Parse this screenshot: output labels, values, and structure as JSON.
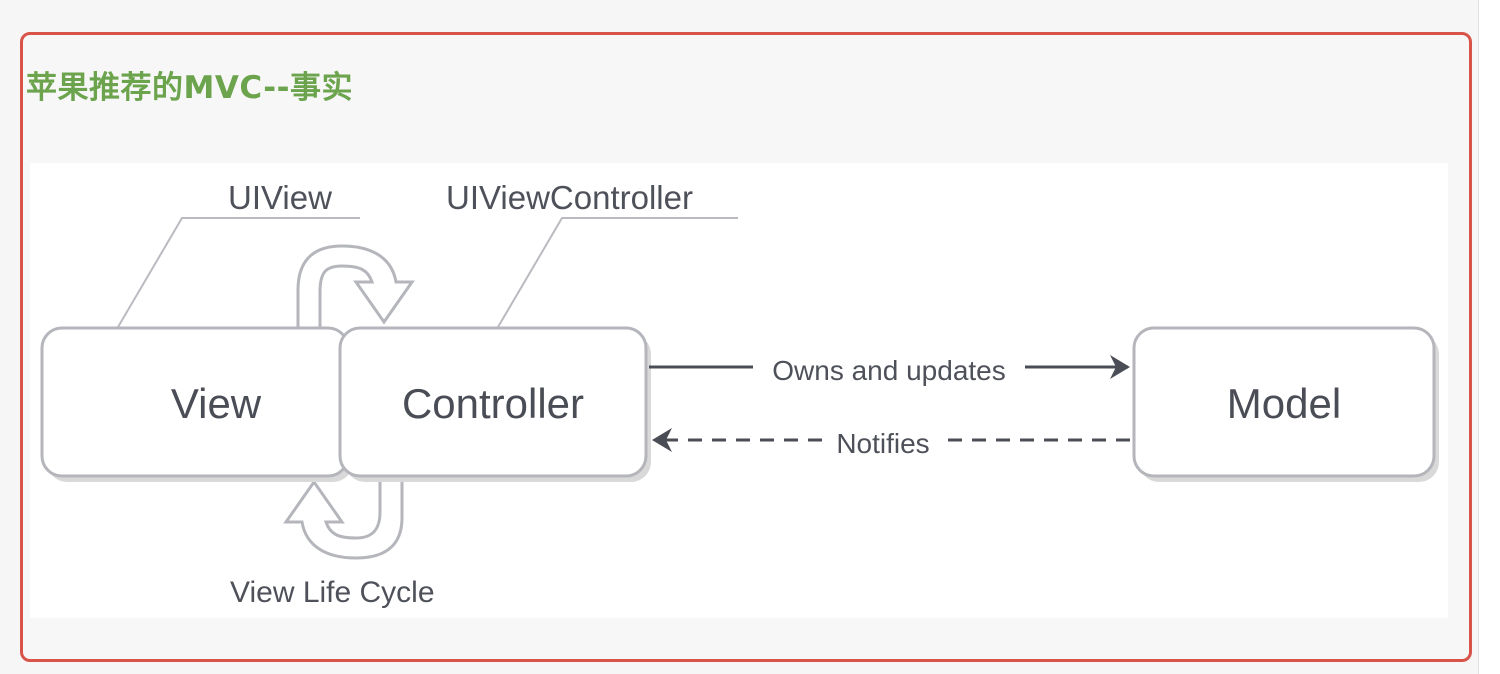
{
  "heading": "苹果推荐的MVC--事实",
  "diagram": {
    "nodes": {
      "view": "View",
      "controller": "Controller",
      "model": "Model"
    },
    "callouts": {
      "uiview": "UIView",
      "uiviewcontroller": "UIViewController",
      "lifecycle": "View Life Cycle"
    },
    "edges": {
      "owns": "Owns and updates",
      "notifies": "Notifies"
    }
  },
  "colors": {
    "frame_border": "#d8544a",
    "heading": "#6ca34d",
    "arrow": "#4a4d55"
  }
}
